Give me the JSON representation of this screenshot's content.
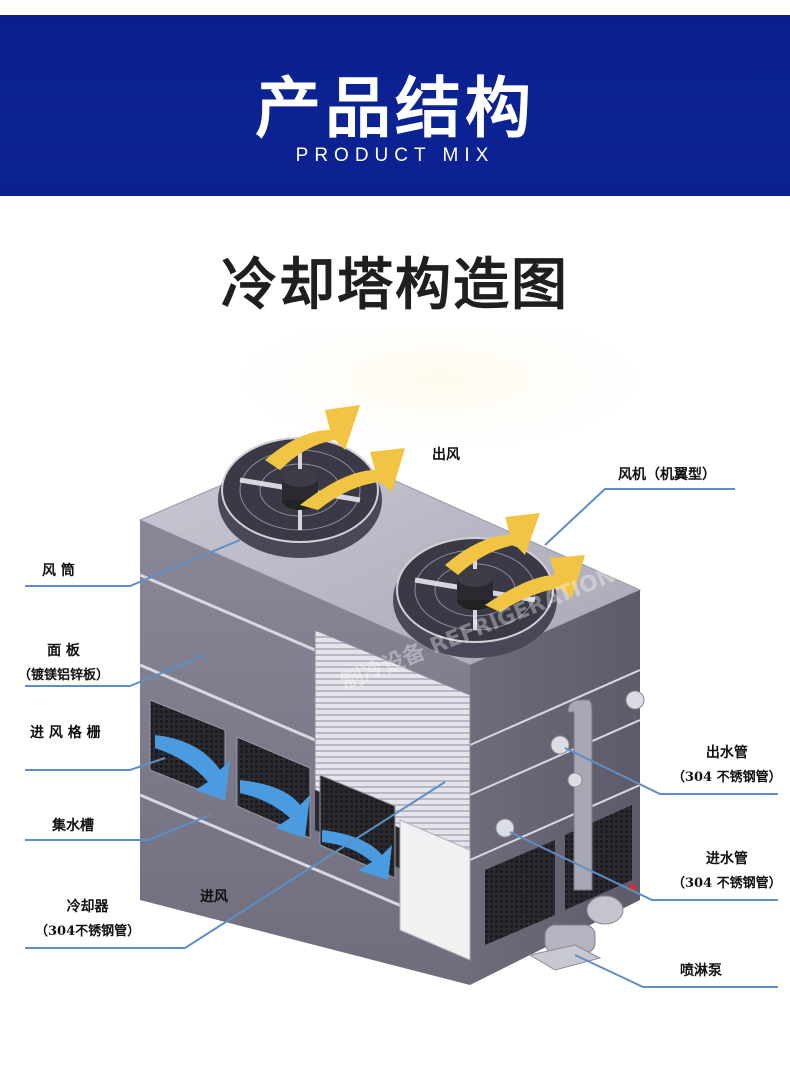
{
  "header": {
    "title": "产品结构",
    "subtitle": "PRODUCT MIX"
  },
  "diagram": {
    "title": "冷却塔构造图",
    "watermark": "制冷设备 REFRIGERATION EQUIPMENT",
    "labels": {
      "air_out": "出风",
      "fan": "风机（机翼型）",
      "fan_cylinder": "风 筒",
      "panel": "面 板",
      "panel_material": "（镀镁铝锌板）",
      "inlet_louver": "进 风 格 栅",
      "water_basin": "集水槽",
      "air_in": "进风",
      "cooler": "冷却器",
      "cooler_material": "（304不锈钢管）",
      "outlet_pipe": "出水管",
      "outlet_pipe_material": "（304 不锈钢管）",
      "inlet_pipe": "进水管",
      "inlet_pipe_material": "（304 不锈钢管）",
      "spray_pump": "喷淋泵"
    }
  },
  "colors": {
    "banner_blue": "#0b2191",
    "leader_line": "#5b8fc7",
    "tower_body": "#7d7b8a",
    "airflow_out": "#f2c443",
    "airflow_in": "#4a9be0"
  }
}
